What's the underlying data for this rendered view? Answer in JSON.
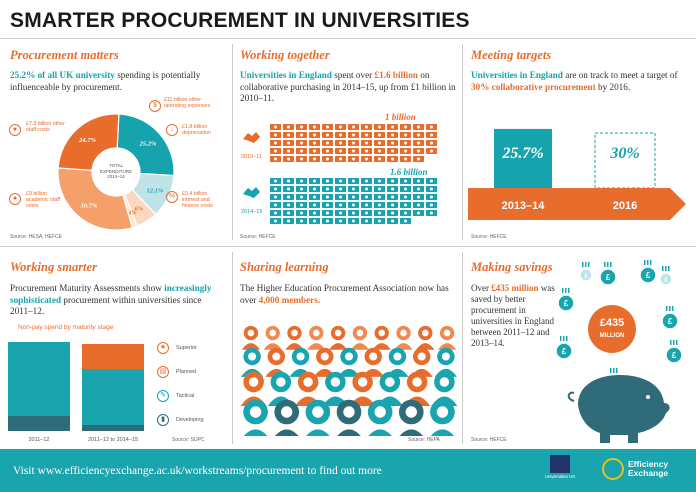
{
  "title": "SMARTER PROCUREMENT IN UNIVERSITIES",
  "colors": {
    "teal": "#16a3ad",
    "orange": "#e86d2d",
    "dark": "#2f6b78",
    "light_orange": "#f5b88f",
    "pale_teal": "#bfe3e7"
  },
  "panel1": {
    "title": "Procurement matters",
    "lead_a": "25.2% of all UK university",
    "lead_b": " spending is potentially influenceable by procurement.",
    "center_label": "TOTAL EXPENDITURE 2013–14",
    "labels": {
      "other_operating": "£11 billion other operating expenses",
      "other_staff": "£7.3 billion other staff costs",
      "depreciation": "£1.8 billion depreciation",
      "academic_staff": "£9 billion academic staff costs",
      "interest": "£0.4 billion interest and finance costs"
    },
    "slices": [
      {
        "label": "25.2%",
        "value": 25.2,
        "color": "#16a3ad"
      },
      {
        "label": "12.1%",
        "value": 12.1,
        "color": "#bfe3e7"
      },
      {
        "label": "6%",
        "value": 6,
        "color": "#fbd9c0"
      },
      {
        "label": "1.4%",
        "value": 1.4,
        "color": "#fde8d6"
      },
      {
        "label": "30.7%",
        "value": 30.7,
        "color": "#f5a06a"
      },
      {
        "label": "24.7%",
        "value": 24.7,
        "color": "#e86d2d"
      }
    ],
    "source": "Source: HESA, HEFCE"
  },
  "panel2": {
    "title": "Working together",
    "lead_a": "Universities in England",
    "lead_b": " spent over ",
    "lead_c": "£1.6 billion",
    "lead_d": " on collaborative purchasing in 2014–15, up from £1 billion in 2010–11.",
    "rows": [
      {
        "year": "2010–11",
        "amount": "1 billion",
        "value": 1.0
      },
      {
        "year": "2014–15",
        "amount": "1.6 billion",
        "value": 1.6
      }
    ],
    "source": "Source: HEFCE"
  },
  "panel3": {
    "title": "Meeting targets",
    "lead_a": "Universities in England",
    "lead_b": " are on track to meet a target of ",
    "lead_c": "30% collaborative procurement",
    "lead_d": " by 2016.",
    "bars": [
      {
        "year": "2013–14",
        "value_label": "25.7%",
        "value": 25.7
      },
      {
        "year": "2016",
        "value_label": "30%",
        "value": 30
      }
    ],
    "source": "Source: HEFCE"
  },
  "panel4": {
    "title": "Working smarter",
    "lead_a": "Procurement Maturity Assessments show ",
    "lead_b": "increasingly sophisticated",
    "lead_c": " procurement within universities since 2011–12.",
    "chart_title": "Non-pay spend by maturity stage",
    "columns": [
      "2011–12",
      "2011–12 to 2014–15"
    ],
    "legend": [
      "Superior",
      "Planned",
      "Tactical",
      "Developing"
    ],
    "source": "Source: SUPC"
  },
  "panel5": {
    "title": "Sharing learning",
    "lead_a": "The Higher Education Procurement Association now has over ",
    "lead_b": "4,000 members.",
    "source": "Source: HEPA"
  },
  "panel6": {
    "title": "Making savings",
    "lead_a": "Over ",
    "lead_b": "£435 million",
    "lead_c": " was saved by better procurement in universities in England between 2011–12 and 2013–14.",
    "badge_amount": "£435",
    "badge_unit": "MILLION",
    "coin_symbol": "£",
    "source": "Source: HEFCE"
  },
  "footer": {
    "text": "Visit www.efficiencyexchange.ac.uk/workstreams/procurement to find out more",
    "logo_uuk": "Universities UK",
    "logo_ee_1": "Efficiency",
    "logo_ee_2": "Exchange"
  }
}
